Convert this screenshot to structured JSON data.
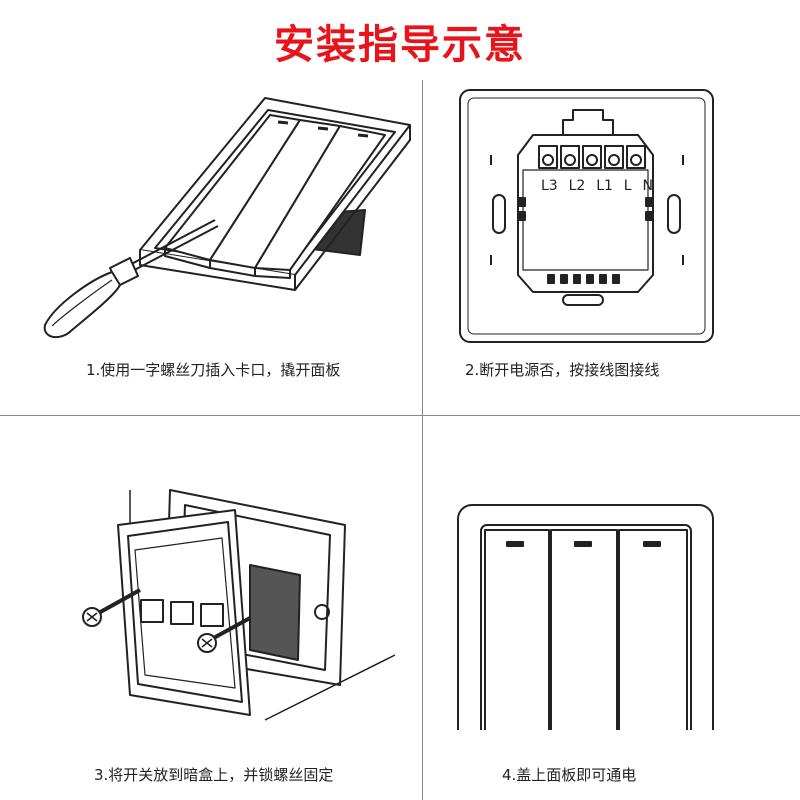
{
  "title": "安装指导示意",
  "steps": [
    {
      "caption": "1.使用一字螺丝刀插入卡口，撬开面板"
    },
    {
      "caption": "2.断开电源否，按接线图接线"
    },
    {
      "caption": "3.将开关放到暗盒上，并锁螺丝固定"
    },
    {
      "caption": "4.盖上面板即可通电"
    }
  ],
  "terminals": [
    "L3",
    "L2",
    "L1",
    "L",
    "N"
  ],
  "colors": {
    "title": "#e8141b",
    "line": "#222222",
    "divider": "#8a8a8a"
  }
}
